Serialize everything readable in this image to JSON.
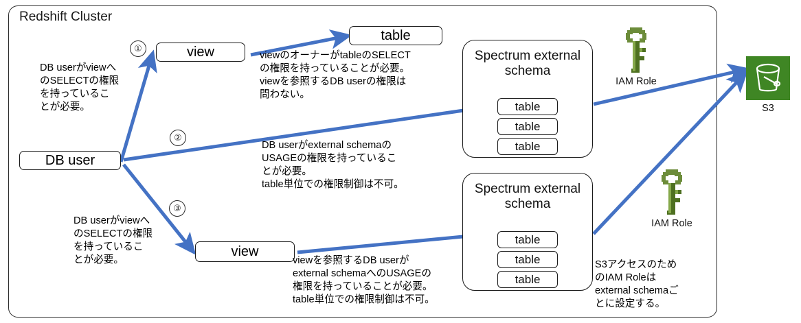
{
  "diagram": {
    "type": "architecture-flow",
    "title": "Redshift Cluster",
    "accent_arrow_color": "#4472C4",
    "aws_green": "#3F8624",
    "nodes": {
      "view_top": "view",
      "table_top": "table",
      "db_user": "DB user",
      "view_bottom": "view"
    },
    "spectrum_schemas": [
      {
        "title": "Spectrum\nexternal schema",
        "tables": [
          "table",
          "table",
          "table"
        ]
      },
      {
        "title": "Spectrum\nexternal schema",
        "tables": [
          "table",
          "table",
          "table"
        ]
      }
    ],
    "step_markers": [
      "①",
      "②",
      "③"
    ],
    "notes": {
      "path1_left": "DB userがviewへ\nのSELECTの権限\nを持っているこ\nとが必要。",
      "path1_right": "viewのオーナーがtableのSELECT\nの権限を持っていることが必要。\nviewを参照するDB userの権限は\n問わない。",
      "path2": "DB userがexternal schemaの\nUSAGEの権限を持っているこ\nとが必要。\ntable単位での権限制御は不可。",
      "path3_left": "DB userがviewへ\nのSELECTの権限\nを持っているこ\nとが必要。",
      "path3_right": "viewを参照するDB userが\nexternal schemaへのUSAGEの\n権限を持っていることが必要。\ntable単位での権限制御は不可。",
      "s3_access": "S3アクセスのため\nのIAM Roleは\nexternal schemaご\nとに設定する。"
    },
    "iam_roles": [
      {
        "label": "IAM Role",
        "icon": "key-icon"
      },
      {
        "label": "IAM Role",
        "icon": "key-icon"
      }
    ],
    "storage": {
      "label": "S3",
      "icon": "s3-bucket-icon"
    }
  }
}
